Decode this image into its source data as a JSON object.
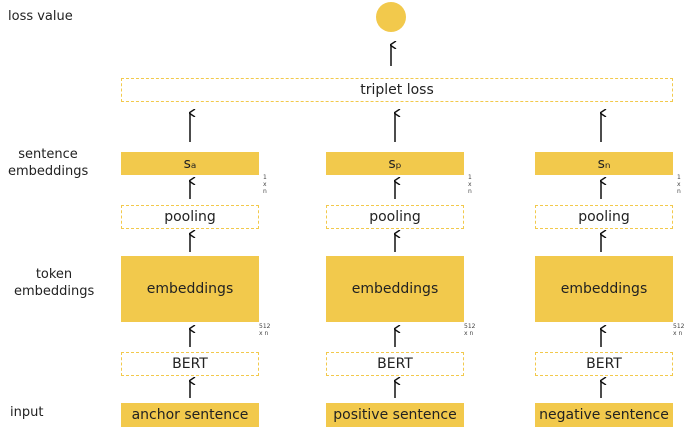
{
  "labels": {
    "loss_value": "loss value",
    "sentence_embeddings": "sentence embeddings",
    "token_embeddings": "token embeddings",
    "input": "input"
  },
  "triplet_loss": "triplet loss",
  "colors": {
    "accent": "#f2c94c"
  },
  "columns": [
    {
      "sentence_emb": "sₐ",
      "pooling": "pooling",
      "embeddings": "embeddings",
      "bert": "BERT",
      "input": "anchor sentence",
      "dim_sentence": "1 x n",
      "dim_token": "512 x n"
    },
    {
      "sentence_emb": "sₚ",
      "pooling": "pooling",
      "embeddings": "embeddings",
      "bert": "BERT",
      "input": "positive sentence",
      "dim_sentence": "1 x n",
      "dim_token": "512 x n"
    },
    {
      "sentence_emb": "sₙ",
      "pooling": "pooling",
      "embeddings": "embeddings",
      "bert": "BERT",
      "input": "negative sentence",
      "dim_sentence": "1 x n",
      "dim_token": "512 x n"
    }
  ]
}
